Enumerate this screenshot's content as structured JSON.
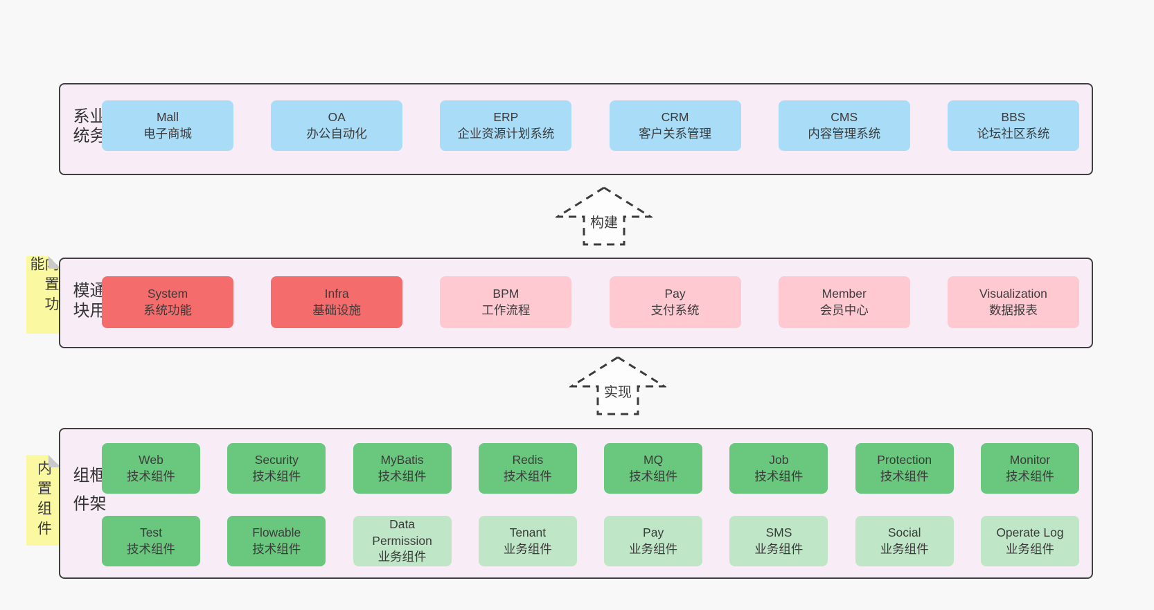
{
  "colors": {
    "page_bg": "#f8f8f8",
    "panel_bg": "#f8ecf6",
    "panel_border": "#3f3f3f",
    "blue": "#a9dcf7",
    "red": "#f56c6c",
    "pink": "#ffc9d2",
    "green": "#69c77e",
    "light_green": "#bfe7c7",
    "sticky_yellow": "#faf9a2",
    "sticky_fold": "#c9c9c9",
    "text": "#3b3b3b"
  },
  "arrows": [
    {
      "label": "构建"
    },
    {
      "label": "实现"
    }
  ],
  "sections": [
    {
      "label": "业务系统",
      "sticky": "",
      "rows": [
        [
          {
            "name": "Mall",
            "subtitle": "电子商城",
            "variant": "blue"
          },
          {
            "name": "OA",
            "subtitle": "办公自动化",
            "variant": "blue"
          },
          {
            "name": "ERP",
            "subtitle": "企业资源计划系统",
            "variant": "blue"
          },
          {
            "name": "CRM",
            "subtitle": "客户关系管理",
            "variant": "blue"
          },
          {
            "name": "CMS",
            "subtitle": "内容管理系统",
            "variant": "blue"
          },
          {
            "name": "BBS",
            "subtitle": "论坛社区系统",
            "variant": "blue"
          }
        ]
      ]
    },
    {
      "label": "通用模块",
      "sticky": "内置功能",
      "rows": [
        [
          {
            "name": "System",
            "subtitle": "系统功能",
            "variant": "red"
          },
          {
            "name": "Infra",
            "subtitle": "基础设施",
            "variant": "red"
          },
          {
            "name": "BPM",
            "subtitle": "工作流程",
            "variant": "pink"
          },
          {
            "name": "Pay",
            "subtitle": "支付系统",
            "variant": "pink"
          },
          {
            "name": "Member",
            "subtitle": "会员中心",
            "variant": "pink"
          },
          {
            "name": "Visualization",
            "subtitle": "数据报表",
            "variant": "pink"
          }
        ]
      ]
    },
    {
      "label": "框架组件",
      "sticky": "内置组件",
      "rows": [
        [
          {
            "name": "Web",
            "subtitle": "技术组件",
            "variant": "green"
          },
          {
            "name": "Security",
            "subtitle": "技术组件",
            "variant": "green"
          },
          {
            "name": "MyBatis",
            "subtitle": "技术组件",
            "variant": "green"
          },
          {
            "name": "Redis",
            "subtitle": "技术组件",
            "variant": "green"
          },
          {
            "name": "MQ",
            "subtitle": "技术组件",
            "variant": "green"
          },
          {
            "name": "Job",
            "subtitle": "技术组件",
            "variant": "green"
          },
          {
            "name": "Protection",
            "subtitle": "技术组件",
            "variant": "green"
          },
          {
            "name": "Monitor",
            "subtitle": "技术组件",
            "variant": "green"
          }
        ],
        [
          {
            "name": "Test",
            "subtitle": "技术组件",
            "variant": "green"
          },
          {
            "name": "Flowable",
            "subtitle": "技术组件",
            "variant": "green"
          },
          {
            "name": "Data Permission",
            "subtitle": "业务组件",
            "variant": "lightgreen"
          },
          {
            "name": "Tenant",
            "subtitle": "业务组件",
            "variant": "lightgreen"
          },
          {
            "name": "Pay",
            "subtitle": "业务组件",
            "variant": "lightgreen"
          },
          {
            "name": "SMS",
            "subtitle": "业务组件",
            "variant": "lightgreen"
          },
          {
            "name": "Social",
            "subtitle": "业务组件",
            "variant": "lightgreen"
          },
          {
            "name": "Operate Log",
            "subtitle": "业务组件",
            "variant": "lightgreen"
          }
        ]
      ]
    }
  ]
}
